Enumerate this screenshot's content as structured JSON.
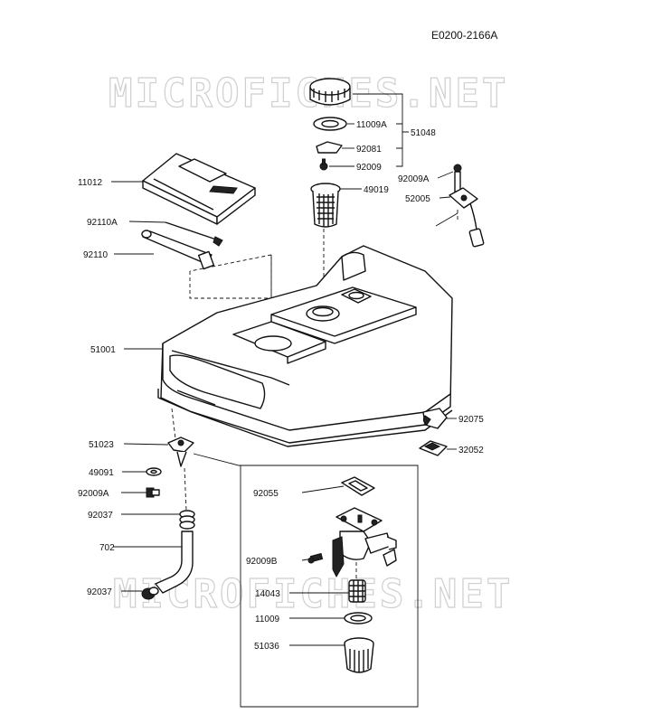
{
  "diagram": {
    "code": "E0200-2166A",
    "watermark": "MICROFICHES.NET",
    "parts": {
      "p11009A": "11009A",
      "p51048": "51048",
      "p92081": "92081",
      "p92009": "92009",
      "p92009A_top": "92009A",
      "p52005": "52005",
      "p11012": "11012",
      "p49019": "49019",
      "p92110A": "92110A",
      "p92110": "92110",
      "p51001": "51001",
      "p92075": "92075",
      "p32052": "32052",
      "p51023": "51023",
      "p49091": "49091",
      "p92009A_low": "92009A",
      "p92037_a": "92037",
      "p702": "702",
      "p92037_b": "92037",
      "p92055": "92055",
      "p92009B": "92009B",
      "p14043": "14043",
      "p11009": "11009",
      "p51036": "51036"
    }
  }
}
